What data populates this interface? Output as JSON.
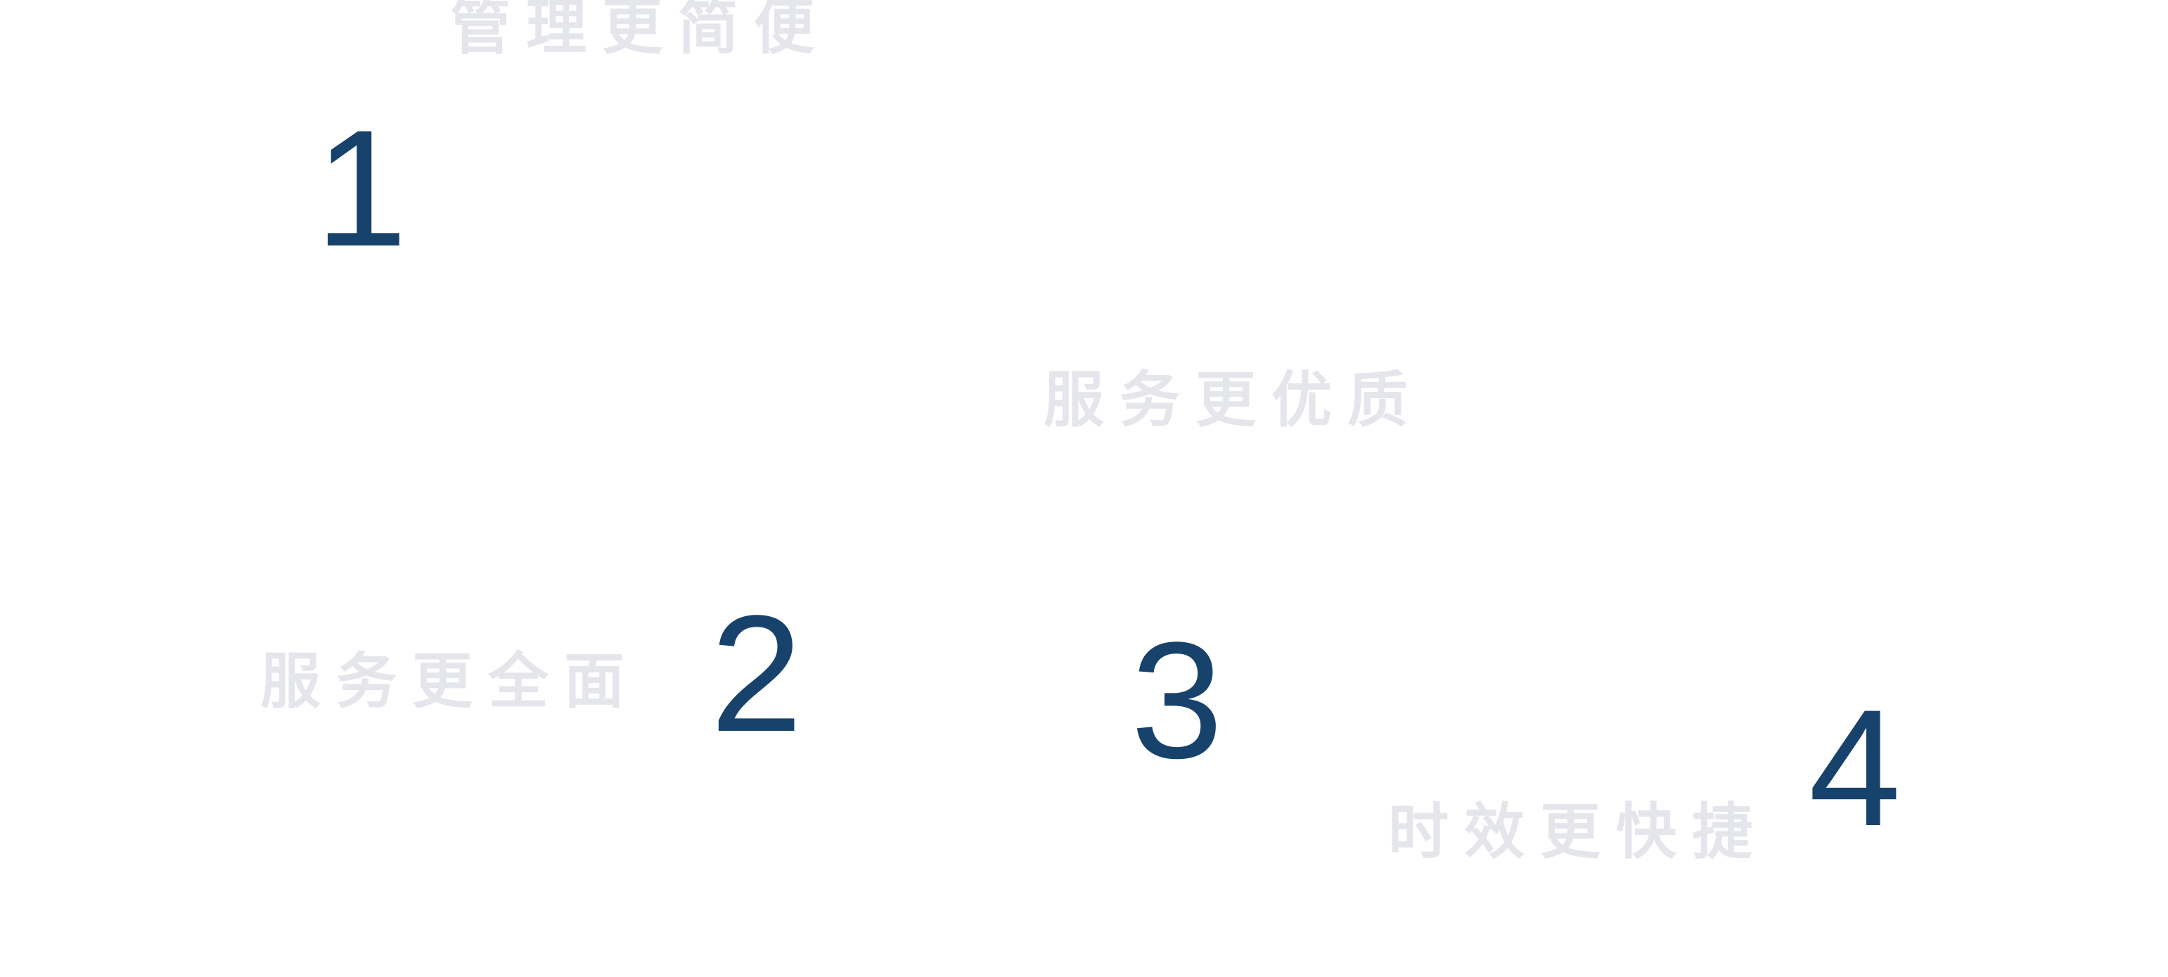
{
  "colors": {
    "number": "#17426b",
    "label": "#e4e6ec",
    "background": "#ffffff"
  },
  "items": [
    {
      "number": "1",
      "label": "管理更简便"
    },
    {
      "number": "2",
      "label": "服务更优质"
    },
    {
      "number": "3",
      "label": "服务更全面"
    },
    {
      "number": "4",
      "label": "时效更快捷"
    }
  ]
}
